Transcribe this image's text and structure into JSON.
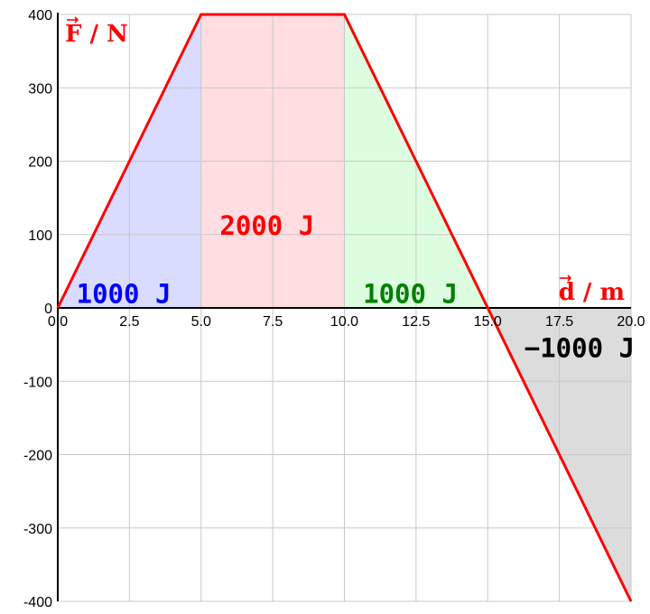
{
  "chart_data": {
    "type": "line",
    "title": "",
    "xlabel": "d / m",
    "ylabel": "F / N",
    "xlim": [
      0,
      20
    ],
    "ylim": [
      -400,
      400
    ],
    "grid": true,
    "x_ticks": [
      0,
      2.5,
      5,
      7.5,
      10,
      12.5,
      15,
      17.5,
      20
    ],
    "x_tick_labels": [
      "0.0",
      "2.5",
      "5.0",
      "7.5",
      "10.0",
      "12.5",
      "15.0",
      "17.5",
      "20.0"
    ],
    "y_ticks": [
      -400,
      -300,
      -200,
      -100,
      0,
      100,
      200,
      300,
      400
    ],
    "y_tick_labels": [
      "-400",
      "-300",
      "-200",
      "-100",
      "0",
      "100",
      "200",
      "300",
      "400"
    ],
    "series": [
      {
        "x": [
          0,
          5,
          10,
          15,
          20
        ],
        "y": [
          0,
          400,
          400,
          0,
          -400
        ],
        "color": "#ff0000"
      }
    ],
    "regions": [
      {
        "x": [
          0,
          5
        ],
        "label": "1000 J",
        "fill": "#d9dbff",
        "label_color": "#0000ff"
      },
      {
        "x": [
          5,
          10
        ],
        "label": "2000 J",
        "fill": "#ffdde0",
        "label_color": "#ff0000"
      },
      {
        "x": [
          10,
          15
        ],
        "label": "1000 J",
        "fill": "#ddfde0",
        "label_color": "#008000"
      },
      {
        "x": [
          15,
          20
        ],
        "label": "−1000 J",
        "fill": "#dcdcdc",
        "label_color": "#000000"
      }
    ],
    "axis_title_color": "#ff0000"
  }
}
